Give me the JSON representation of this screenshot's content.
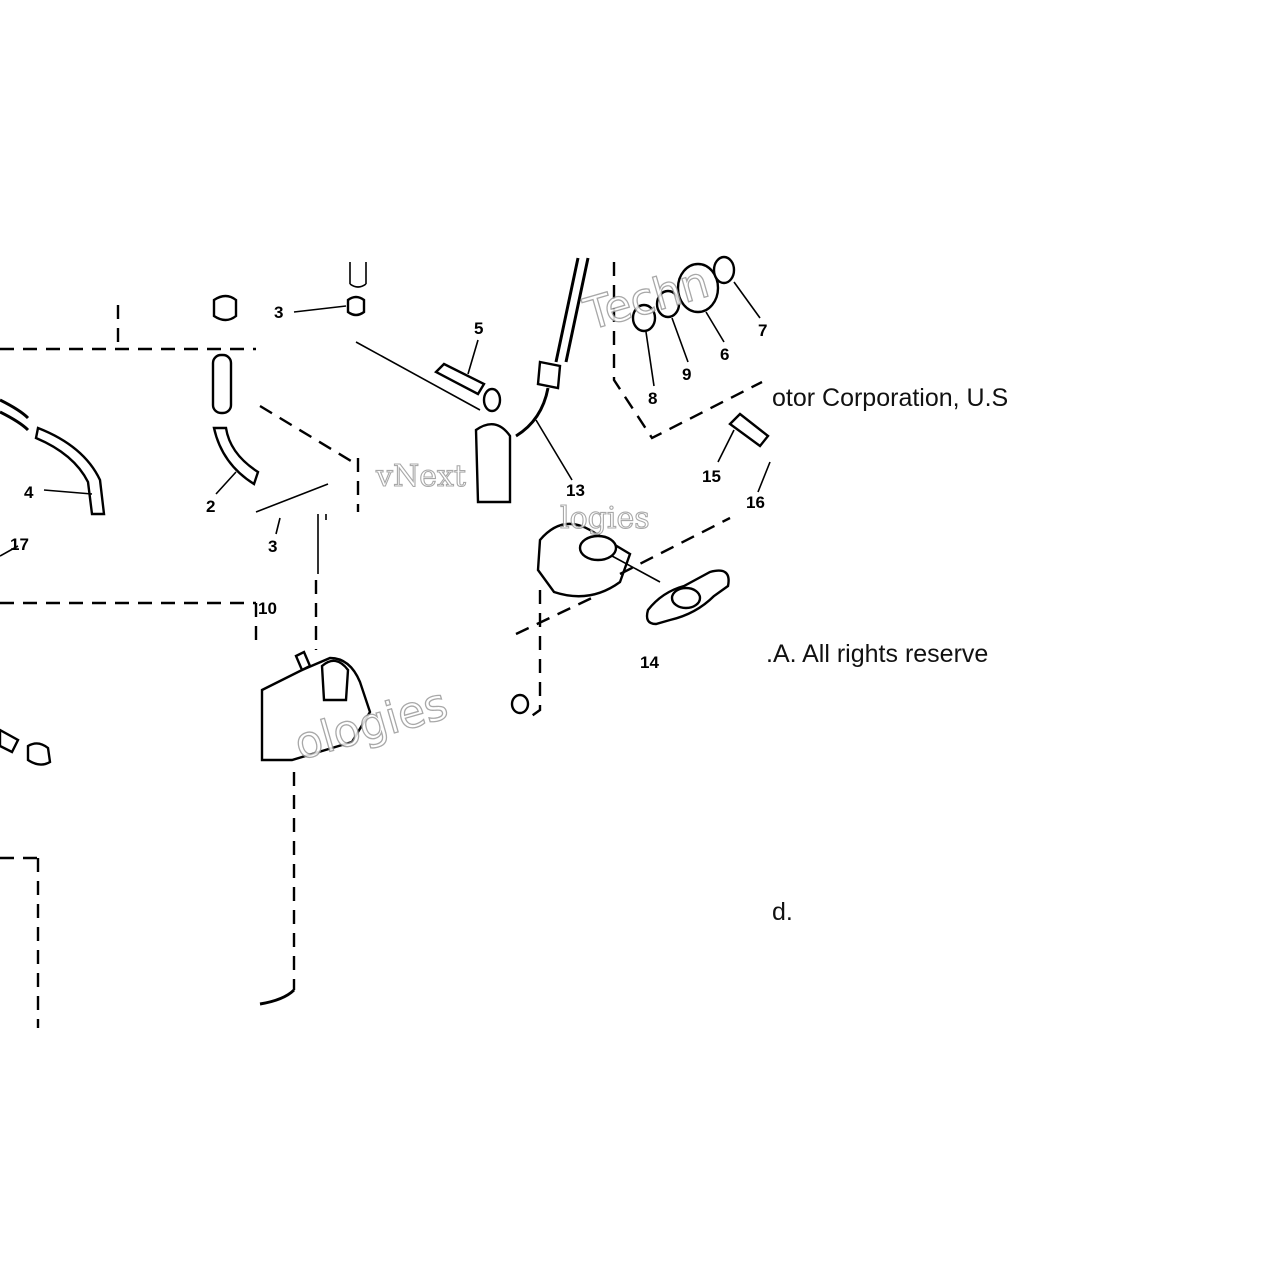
{
  "diagram": {
    "callouts": {
      "c2": "2",
      "c3a": "3",
      "c3b": "3",
      "c4": "4",
      "c5": "5",
      "c6": "6",
      "c7": "7",
      "c8": "8",
      "c9": "9",
      "c10": "10",
      "c13": "13",
      "c14": "14",
      "c15": "15",
      "c16": "16",
      "c17": "17"
    },
    "watermark": {
      "line1": "vNext",
      "line2": "Techn",
      "line3": "ologies",
      "line4": "logies"
    }
  },
  "copyright": {
    "line1": "otor Corporation, U.S",
    "line2": ".A. All rights reserve",
    "line3": "d."
  }
}
